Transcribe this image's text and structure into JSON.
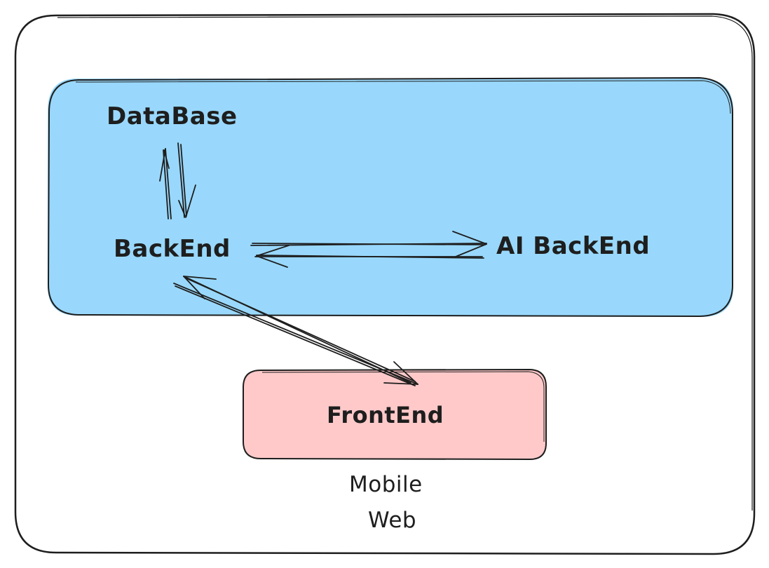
{
  "diagram": {
    "nodes": {
      "database": "DataBase",
      "backend": "BackEnd",
      "ai_backend": "AI BackEnd",
      "frontend": "FrontEnd",
      "mobile": "Mobile",
      "web": "Web"
    },
    "colors": {
      "outer_stroke": "#1e1e1e",
      "server_fill": "#99d8fc",
      "frontend_fill": "#ffc9c9",
      "stroke": "#1e1e1e",
      "background": "#ffffff"
    },
    "edges": [
      {
        "from": "DataBase",
        "to": "BackEnd",
        "direction": "bidirectional"
      },
      {
        "from": "BackEnd",
        "to": "AI BackEnd",
        "direction": "bidirectional"
      },
      {
        "from": "BackEnd",
        "to": "FrontEnd",
        "direction": "bidirectional"
      }
    ]
  }
}
